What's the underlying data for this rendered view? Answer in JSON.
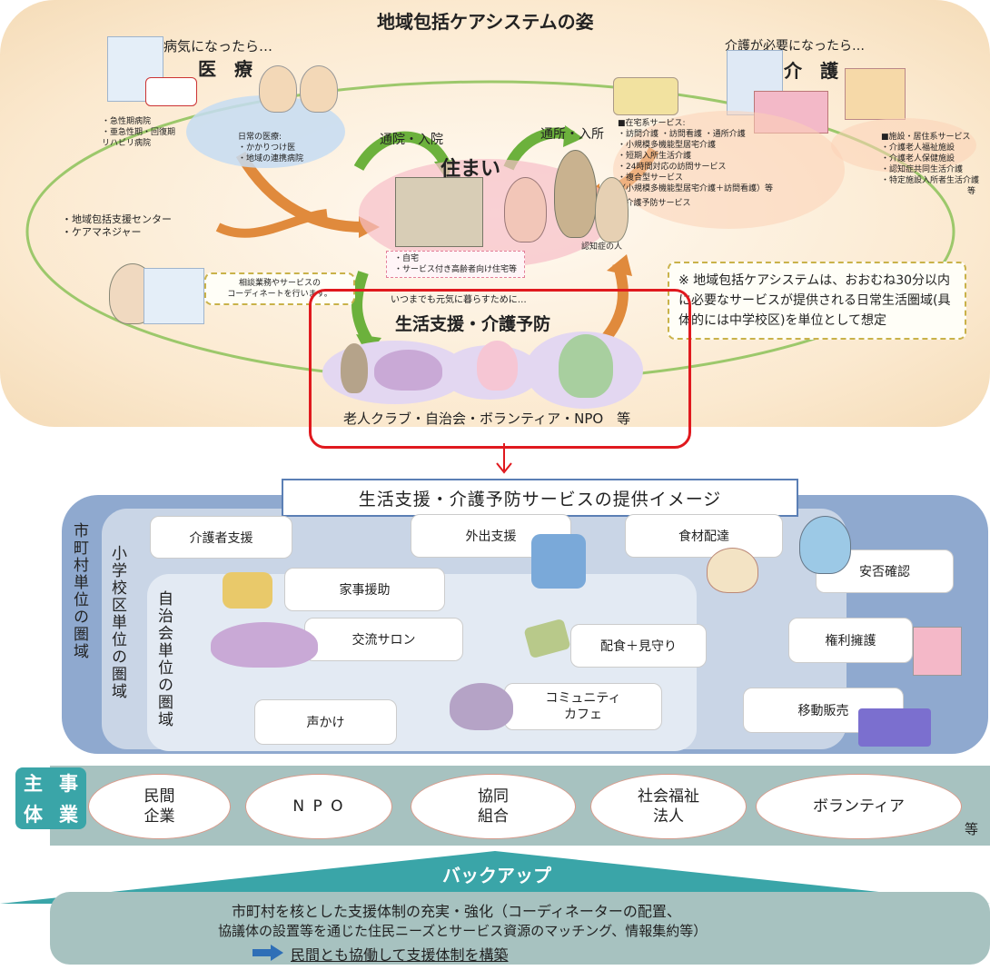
{
  "top": {
    "title": "地域包括ケアシステムの姿",
    "medical": {
      "prompt": "病気になったら…",
      "label": "医　療",
      "hospitals": [
        "・急性期病院",
        "・亜急性期・回復期",
        "リハビリ病院"
      ],
      "daily_title": "日常の医療:",
      "daily_items": [
        "・かかりつけ医",
        "・地域の連携病院"
      ]
    },
    "care": {
      "prompt": "介護が必要になったら…",
      "label": "介　護",
      "home_services": [
        "■在宅系サービス:",
        "・訪問介護 ・訪問看護 ・通所介護",
        "・小規模多機能型居宅介護",
        "・短期入所生活介護",
        "・24時間対応の訪問サービス",
        "・複合型サービス",
        "（小規模多機能型居宅介護＋訪問看護）等",
        "■介護予防サービス"
      ],
      "facility_services": [
        "■施設・居住系サービス",
        "・介護老人福祉施設",
        "・介護老人保健施設",
        "・認知症共同生活介護",
        "・特定施設入所者生活介護"
      ],
      "facility_etc": "等"
    },
    "commute_left": "通院・入院",
    "commute_right": "通所・入所",
    "housing": {
      "label": "住まい",
      "items": [
        "・自宅",
        "・サービス付き高齢者向け住宅等"
      ],
      "dementia": "認知症の人"
    },
    "support_center": [
      "・地域包括支援センター",
      "・ケアマネジャー"
    ],
    "consult_note": [
      "相談業務やサービスの",
      "コーディネートを行います。"
    ],
    "area_note": "※ 地域包括ケアシステムは、おおむね30分以内に必要なサービスが提供される日常生活圏域(具体的には中学校区)を単位として想定",
    "prevention": {
      "prompt": "いつまでも元気に暮らすために…",
      "label": "生活支援・介護予防",
      "groups": "老人クラブ・自治会・ボランティア・NPO　等"
    }
  },
  "middle": {
    "title": "生活支援・介護予防サービスの提供イメージ",
    "area_city": "市町村単位の圏域",
    "area_school": "小学校区単位の圏域",
    "area_assoc": "自治会単位の圏域",
    "services": {
      "caregiver": "介護者支援",
      "outing": "外出支援",
      "food_delivery": "食材配達",
      "safety_check": "安否確認",
      "housework": "家事援助",
      "salon": "交流サロン",
      "meal_watch": "配食＋見守り",
      "rights": "権利擁護",
      "community_cafe": "コミュニティ\nカフェ",
      "mobile_sales": "移動販売",
      "greeting": "声かけ"
    }
  },
  "operators": {
    "label": "事業主体",
    "label_chars": [
      "事",
      "業",
      "主",
      "体"
    ],
    "items": [
      "民間\n企業",
      "N P O",
      "協同\n組合",
      "社会福祉\n法人",
      "ボランティア"
    ],
    "etc": "等"
  },
  "backup": {
    "title": "バックアップ",
    "line1": "市町村を核とした支援体制の充実・強化（コーディネーターの配置、",
    "line2": "協議体の設置等を通じた住民ニーズとサービス資源のマッチング、情報集約等）",
    "line3": "民間とも協働して支援体制を構築"
  },
  "colors": {
    "accent_red": "#e0191e",
    "panel_blue": "#8fa9cf",
    "teal": "#3aa5a8",
    "green_arrow": "#6cb13c",
    "orange_arrow": "#e08a3c"
  }
}
